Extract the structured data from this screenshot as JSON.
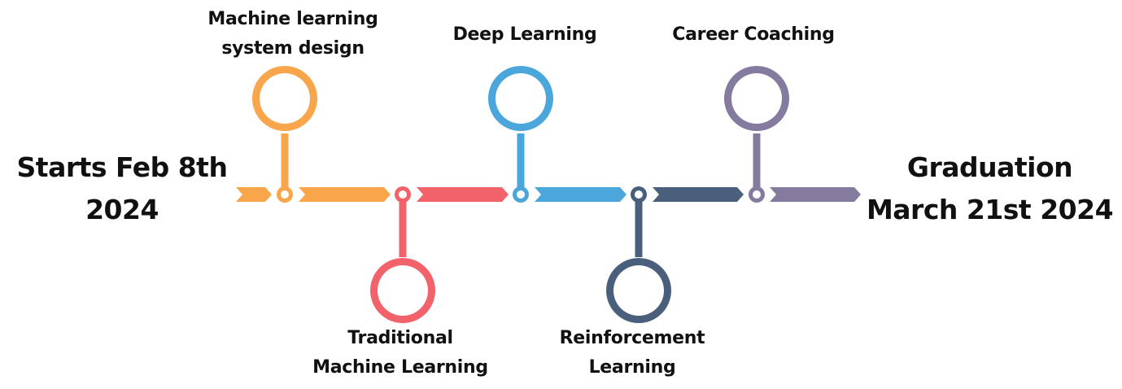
{
  "start": {
    "line1": "Starts Feb 8th",
    "line2": "2024"
  },
  "end": {
    "line1": "Graduation",
    "line2": "March 21st 2024"
  },
  "milestones": [
    {
      "lines": [
        "Machine learning",
        "system design"
      ],
      "position": "top",
      "color": "#F9A54B"
    },
    {
      "lines": [
        "Traditional",
        "Machine Learning"
      ],
      "position": "bottom",
      "color": "#F2626A"
    },
    {
      "lines": [
        "Deep Learning"
      ],
      "position": "top",
      "color": "#4BA7DB"
    },
    {
      "lines": [
        "Reinforcement",
        "Learning"
      ],
      "position": "bottom",
      "color": "#4A5F7B"
    },
    {
      "lines": [
        "Career Coaching"
      ],
      "position": "top",
      "color": "#857B9F"
    }
  ]
}
